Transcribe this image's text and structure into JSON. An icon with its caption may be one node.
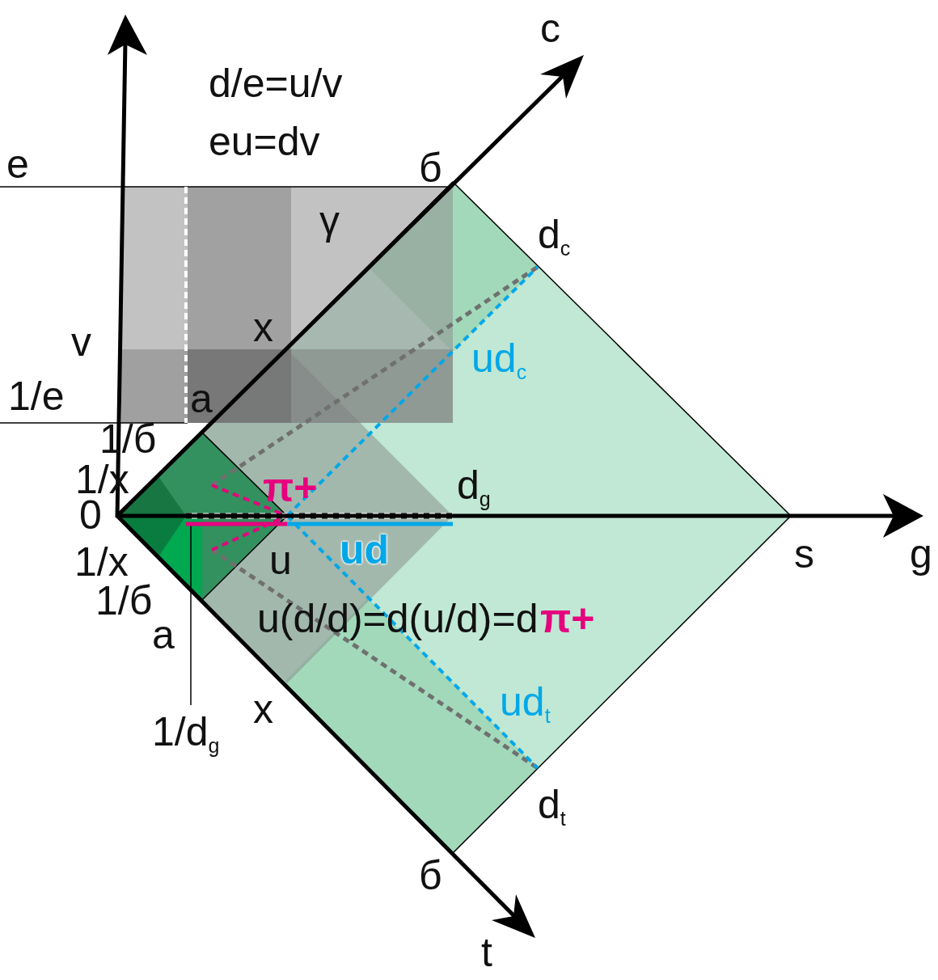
{
  "diagram": {
    "labels": [
      "c",
      "d/e=u/v",
      "eu=dv",
      "e",
      "б",
      "γ",
      "d$_{c}$",
      "x",
      "v",
      "ud$_{c}$",
      "1/e",
      "a",
      "1/б",
      "1/x",
      "π+",
      "d$_{g}$",
      "0",
      "1/x",
      "u",
      "ud",
      "s",
      "g",
      "1/б",
      "a",
      "u(d/d)=d(u/d)=d",
      "π+",
      "x",
      "ud$_{t}$",
      "1/d$_{g}$",
      "d$_{t}$",
      "б",
      "t"
    ]
  }
}
